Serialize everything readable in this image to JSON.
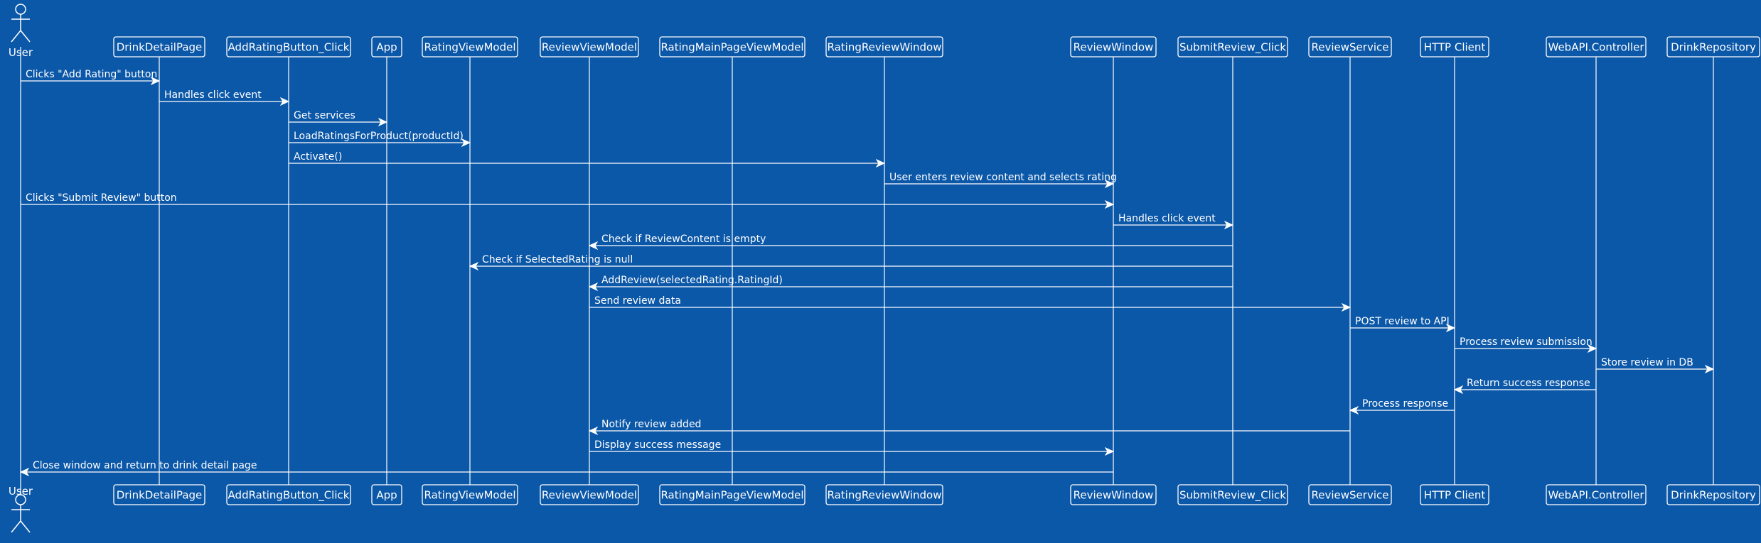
{
  "participants": [
    {
      "id": "user",
      "label": "User",
      "kind": "actor"
    },
    {
      "id": "drinkdetail",
      "label": "DrinkDetailPage",
      "kind": "box"
    },
    {
      "id": "addrating",
      "label": "AddRatingButton_Click",
      "kind": "box"
    },
    {
      "id": "app",
      "label": "App",
      "kind": "box"
    },
    {
      "id": "ratingvm",
      "label": "RatingViewModel",
      "kind": "box"
    },
    {
      "id": "reviewvm",
      "label": "ReviewViewModel",
      "kind": "box"
    },
    {
      "id": "ratingmain",
      "label": "RatingMainPageViewModel",
      "kind": "box"
    },
    {
      "id": "ratingreviewwin",
      "label": "RatingReviewWindow",
      "kind": "box"
    },
    {
      "id": "reviewwin",
      "label": "ReviewWindow",
      "kind": "box"
    },
    {
      "id": "submitreview",
      "label": "SubmitReview_Click",
      "kind": "box"
    },
    {
      "id": "reviewservice",
      "label": "ReviewService",
      "kind": "box"
    },
    {
      "id": "httpclient",
      "label": "HTTP Client",
      "kind": "box"
    },
    {
      "id": "webapi",
      "label": "WebAPI.Controller",
      "kind": "box"
    },
    {
      "id": "drinkrepo",
      "label": "DrinkRepository",
      "kind": "box"
    }
  ],
  "messages": [
    {
      "from": "user",
      "to": "drinkdetail",
      "label": "Clicks \"Add Rating\" button"
    },
    {
      "from": "drinkdetail",
      "to": "addrating",
      "label": "Handles click event"
    },
    {
      "from": "addrating",
      "to": "app",
      "label": "Get services"
    },
    {
      "from": "addrating",
      "to": "ratingvm",
      "label": "LoadRatingsForProduct(productId)"
    },
    {
      "from": "addrating",
      "to": "ratingreviewwin",
      "label": "Activate()"
    },
    {
      "from": "ratingreviewwin",
      "to": "reviewwin",
      "label": "User enters review content and selects rating"
    },
    {
      "from": "user",
      "to": "reviewwin",
      "label": "Clicks \"Submit Review\" button"
    },
    {
      "from": "reviewwin",
      "to": "submitreview",
      "label": "Handles click event"
    },
    {
      "from": "submitreview",
      "to": "reviewvm",
      "label": "Check if ReviewContent is empty"
    },
    {
      "from": "submitreview",
      "to": "ratingvm",
      "label": "Check if SelectedRating is null"
    },
    {
      "from": "submitreview",
      "to": "reviewvm",
      "label": "AddReview(selectedRating.RatingId)"
    },
    {
      "from": "reviewvm",
      "to": "reviewservice",
      "label": "Send review data"
    },
    {
      "from": "reviewservice",
      "to": "httpclient",
      "label": "POST review to API"
    },
    {
      "from": "httpclient",
      "to": "webapi",
      "label": "Process review submission"
    },
    {
      "from": "webapi",
      "to": "drinkrepo",
      "label": "Store review in DB"
    },
    {
      "from": "webapi",
      "to": "httpclient",
      "label": "Return success response"
    },
    {
      "from": "httpclient",
      "to": "reviewservice",
      "label": "Process response"
    },
    {
      "from": "reviewservice",
      "to": "reviewvm",
      "label": "Notify review added"
    },
    {
      "from": "reviewvm",
      "to": "reviewwin",
      "label": "Display success message"
    },
    {
      "from": "reviewwin",
      "to": "user",
      "label": "Close window and return to drink detail page"
    }
  ]
}
